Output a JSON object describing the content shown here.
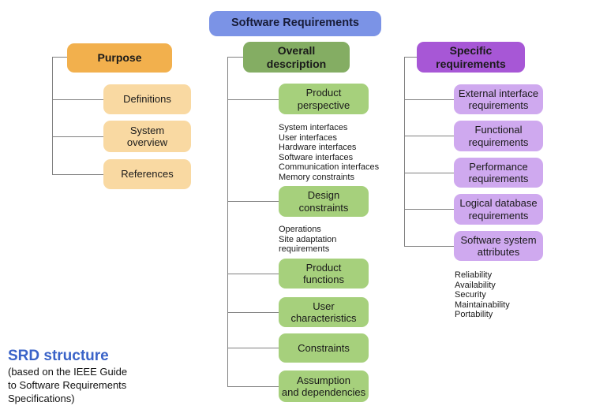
{
  "root": {
    "label": "Software Requirements",
    "bg": "#7B93E6"
  },
  "columns": [
    {
      "header": {
        "label": "Purpose"
      },
      "colors": {
        "header_bg": "#F2B04D",
        "child_bg": "#F9D9A2"
      },
      "children": [
        {
          "label": "Definitions"
        },
        {
          "label": "System\noverview"
        },
        {
          "label": "References"
        }
      ]
    },
    {
      "header": {
        "label": "Overall\ndescription"
      },
      "colors": {
        "header_bg": "#84AD63",
        "child_bg": "#A6D07C"
      },
      "children": [
        {
          "label": "Product\nperspective",
          "notes": [
            "System interfaces",
            "User interfaces",
            "Hardware interfaces",
            "Software interfaces",
            "Communication interfaces",
            "Memory constraints"
          ]
        },
        {
          "label": "Design\nconstraints",
          "notes": [
            "Operations",
            "Site adaptation\nrequirements"
          ]
        },
        {
          "label": "Product\nfunctions"
        },
        {
          "label": "User\ncharacteristics"
        },
        {
          "label": "Constraints"
        },
        {
          "label": "Assumption\nand dependencies"
        }
      ]
    },
    {
      "header": {
        "label": "Specific\nrequirements"
      },
      "colors": {
        "header_bg": "#A757D6",
        "child_bg": "#CFA9EF"
      },
      "children": [
        {
          "label": "External interface\nrequirements"
        },
        {
          "label": "Functional\nrequirements"
        },
        {
          "label": "Performance\nrequirements"
        },
        {
          "label": "Logical database\nrequirements"
        },
        {
          "label": "Software system\nattributes",
          "notes": [
            "Reliability",
            "Availability",
            "Security",
            "Maintainability",
            "Portability"
          ]
        }
      ]
    }
  ],
  "caption": {
    "title": "SRD structure",
    "title_color": "#3A63C8",
    "subtitle": "(based on the IEEE Guide\nto Software Requirements\nSpecifications)"
  },
  "line_color": "#808080"
}
